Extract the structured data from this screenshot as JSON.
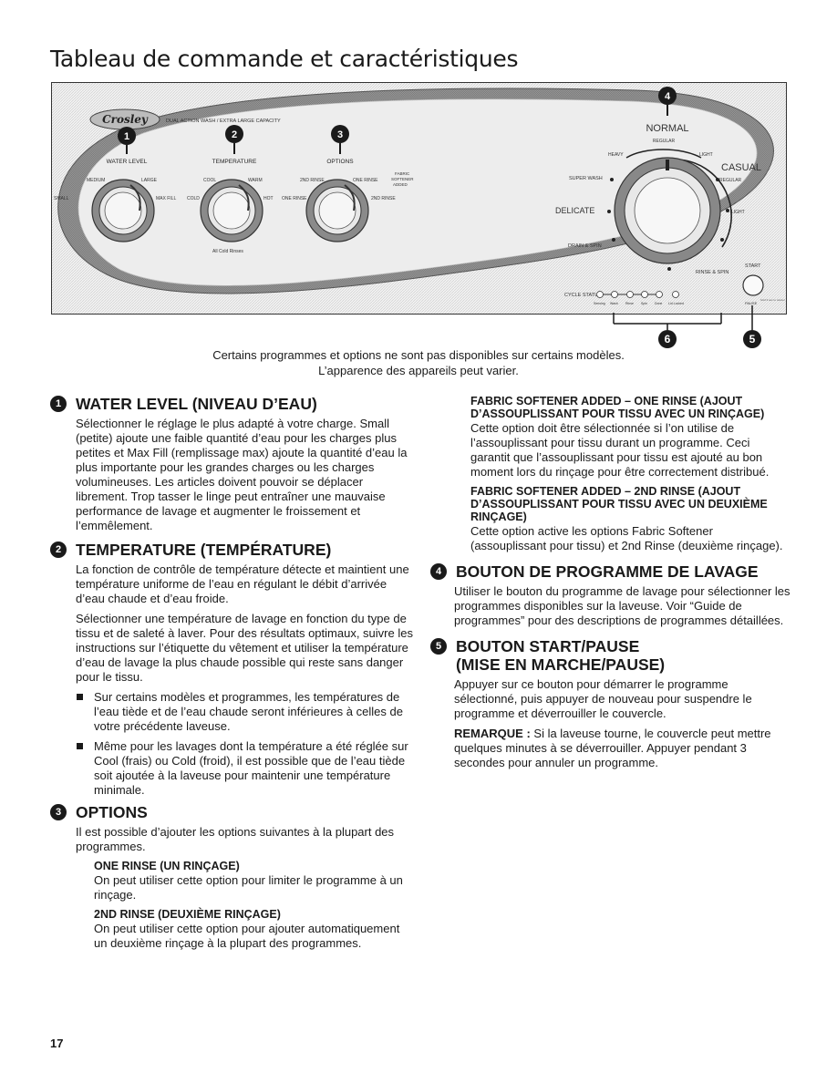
{
  "page_title": "Tableau de commande et caractéristiques",
  "panel": {
    "brand": "Crosley",
    "capacity_label": "DUAL ACTION WASH / EXTRA LARGE CAPACITY",
    "callouts": [
      "1",
      "2",
      "3",
      "4",
      "5",
      "6"
    ],
    "water_level": {
      "label": "WATER LEVEL",
      "medium": "MEDIUM",
      "large": "LARGE",
      "small": "SMALL",
      "max_fill": "MAX FILL"
    },
    "temperature": {
      "label": "TEMPERATURE",
      "cool": "COOL",
      "warm": "WARM",
      "cold": "COLD",
      "hot": "HOT",
      "note": "All Cold Rinses"
    },
    "options": {
      "label": "OPTIONS",
      "second_rinse": "2ND RINSE",
      "one_rinse_top": "ONE RINSE",
      "one_rinse_left": "ONE RINSE",
      "second_rinse_right": "2ND RINSE",
      "fabric": "FABRIC",
      "softener": "SOFTENER",
      "added": "ADDED"
    },
    "cycle": {
      "normal": "NORMAL",
      "regular": "REGULAR",
      "heavy": "HEAVY",
      "light": "LIGHT",
      "casual": "CASUAL",
      "casual_regular": "REGULAR",
      "casual_light": "LIGHT",
      "super_wash": "SUPER WASH",
      "delicate": "DELICATE",
      "drain_spin": "DRAIN & SPIN",
      "rinse_spin": "RINSE & SPIN"
    },
    "start": {
      "label": "START",
      "pause": "PAUSE",
      "hold": "hold 3 sec to cancel"
    },
    "cycle_status": {
      "label": "CYCLE STATUS",
      "steps": [
        "Sensing",
        "Wash",
        "Rinse",
        "Spin",
        "Done",
        "Lid Locked"
      ]
    }
  },
  "caption": {
    "line1": "Certains programmes et options ne sont pas disponibles sur certains modèles.",
    "line2": "L’apparence des appareils peut varier."
  },
  "sections": {
    "water_level": {
      "num": "1",
      "heading": "WATER LEVEL (NIVEAU D’EAU)",
      "p1": "Sélectionner le réglage le plus adapté à votre charge. Small (petite) ajoute une faible quantité d’eau pour les charges plus petites et Max Fill (remplissage max) ajoute la quantité d’eau la plus importante pour les grandes charges ou les charges volumineuses. Les articles doivent pouvoir se déplacer librement. Trop tasser le linge peut entraîner une mauvaise performance de lavage et augmenter le froissement et l’emmêlement."
    },
    "temperature": {
      "num": "2",
      "heading": "TEMPERATURE (TEMPÉRATURE)",
      "p1": "La fonction de contrôle de température détecte et maintient une température uniforme de l’eau en régulant le débit d’arrivée d’eau chaude et d’eau froide.",
      "p2": "Sélectionner une température de lavage en fonction du type de tissu et de saleté à laver. Pour des résultats optimaux, suivre les instructions sur l’étiquette du vêtement et utiliser la température d’eau de lavage la plus chaude possible qui reste sans danger pour le tissu.",
      "bullet1": "Sur certains modèles et programmes, les températures de l’eau tiède et de l’eau chaude seront inférieures à celles de votre précédente laveuse.",
      "bullet2": "Même pour les lavages dont la température a été réglée sur Cool (frais) ou Cold (froid), il est possible que de l’eau tiède soit ajoutée à la laveuse pour maintenir une température minimale."
    },
    "options": {
      "num": "3",
      "heading": "OPTIONS",
      "p1": "Il est possible d’ajouter les options suivantes à la plupart des programmes.",
      "one_rinse_title": "ONE RINSE (UN RINÇAGE)",
      "one_rinse_text": "On peut utiliser cette option pour limiter le programme à un rinçage.",
      "second_rinse_title": "2ND RINSE (DEUXIÈME RINÇAGE)",
      "second_rinse_text": "On peut utiliser cette option pour ajouter automatiquement un deuxième rinçage à la plupart des programmes.",
      "fs_one_title": "FABRIC SOFTENER ADDED – ONE RINSE (AJOUT D’ASSOUPLISSANT POUR TISSU AVEC UN RINÇAGE)",
      "fs_one_text": "Cette option doit être sélectionnée si l’on utilise de l’assouplissant pour tissu durant un programme. Ceci garantit que l’assouplissant pour tissu est ajouté au bon moment lors du rinçage pour être correctement distribué.",
      "fs_two_title": "FABRIC SOFTENER ADDED – 2ND RINSE (AJOUT D’ASSOUPLISSANT POUR TISSU AVEC UN DEUXIÈME RINÇAGE)",
      "fs_two_text": "Cette option active les options Fabric Softener (assouplissant pour tissu) et 2nd Rinse (deuxième rinçage)."
    },
    "cycle_knob": {
      "num": "4",
      "heading": "BOUTON DE PROGRAMME DE LAVAGE",
      "p1": "Utiliser le bouton du programme de lavage pour sélectionner les programmes disponibles sur la laveuse. Voir “Guide de programmes” pour des descriptions de programmes détaillées."
    },
    "start_pause": {
      "num": "5",
      "heading_line1": "BOUTON START/PAUSE",
      "heading_line2": "(MISE EN MARCHE/PAUSE)",
      "p1": "Appuyer sur ce bouton pour démarrer le programme sélectionné, puis appuyer de nouveau pour suspendre le programme et déverrouiller le couvercle.",
      "note_label": "REMARQUE :",
      "note_text": " Si la laveuse tourne, le couvercle peut mettre quelques minutes à se déverrouiller. Appuyer pendant 3 secondes pour annuler un programme."
    }
  },
  "page_number": "17"
}
